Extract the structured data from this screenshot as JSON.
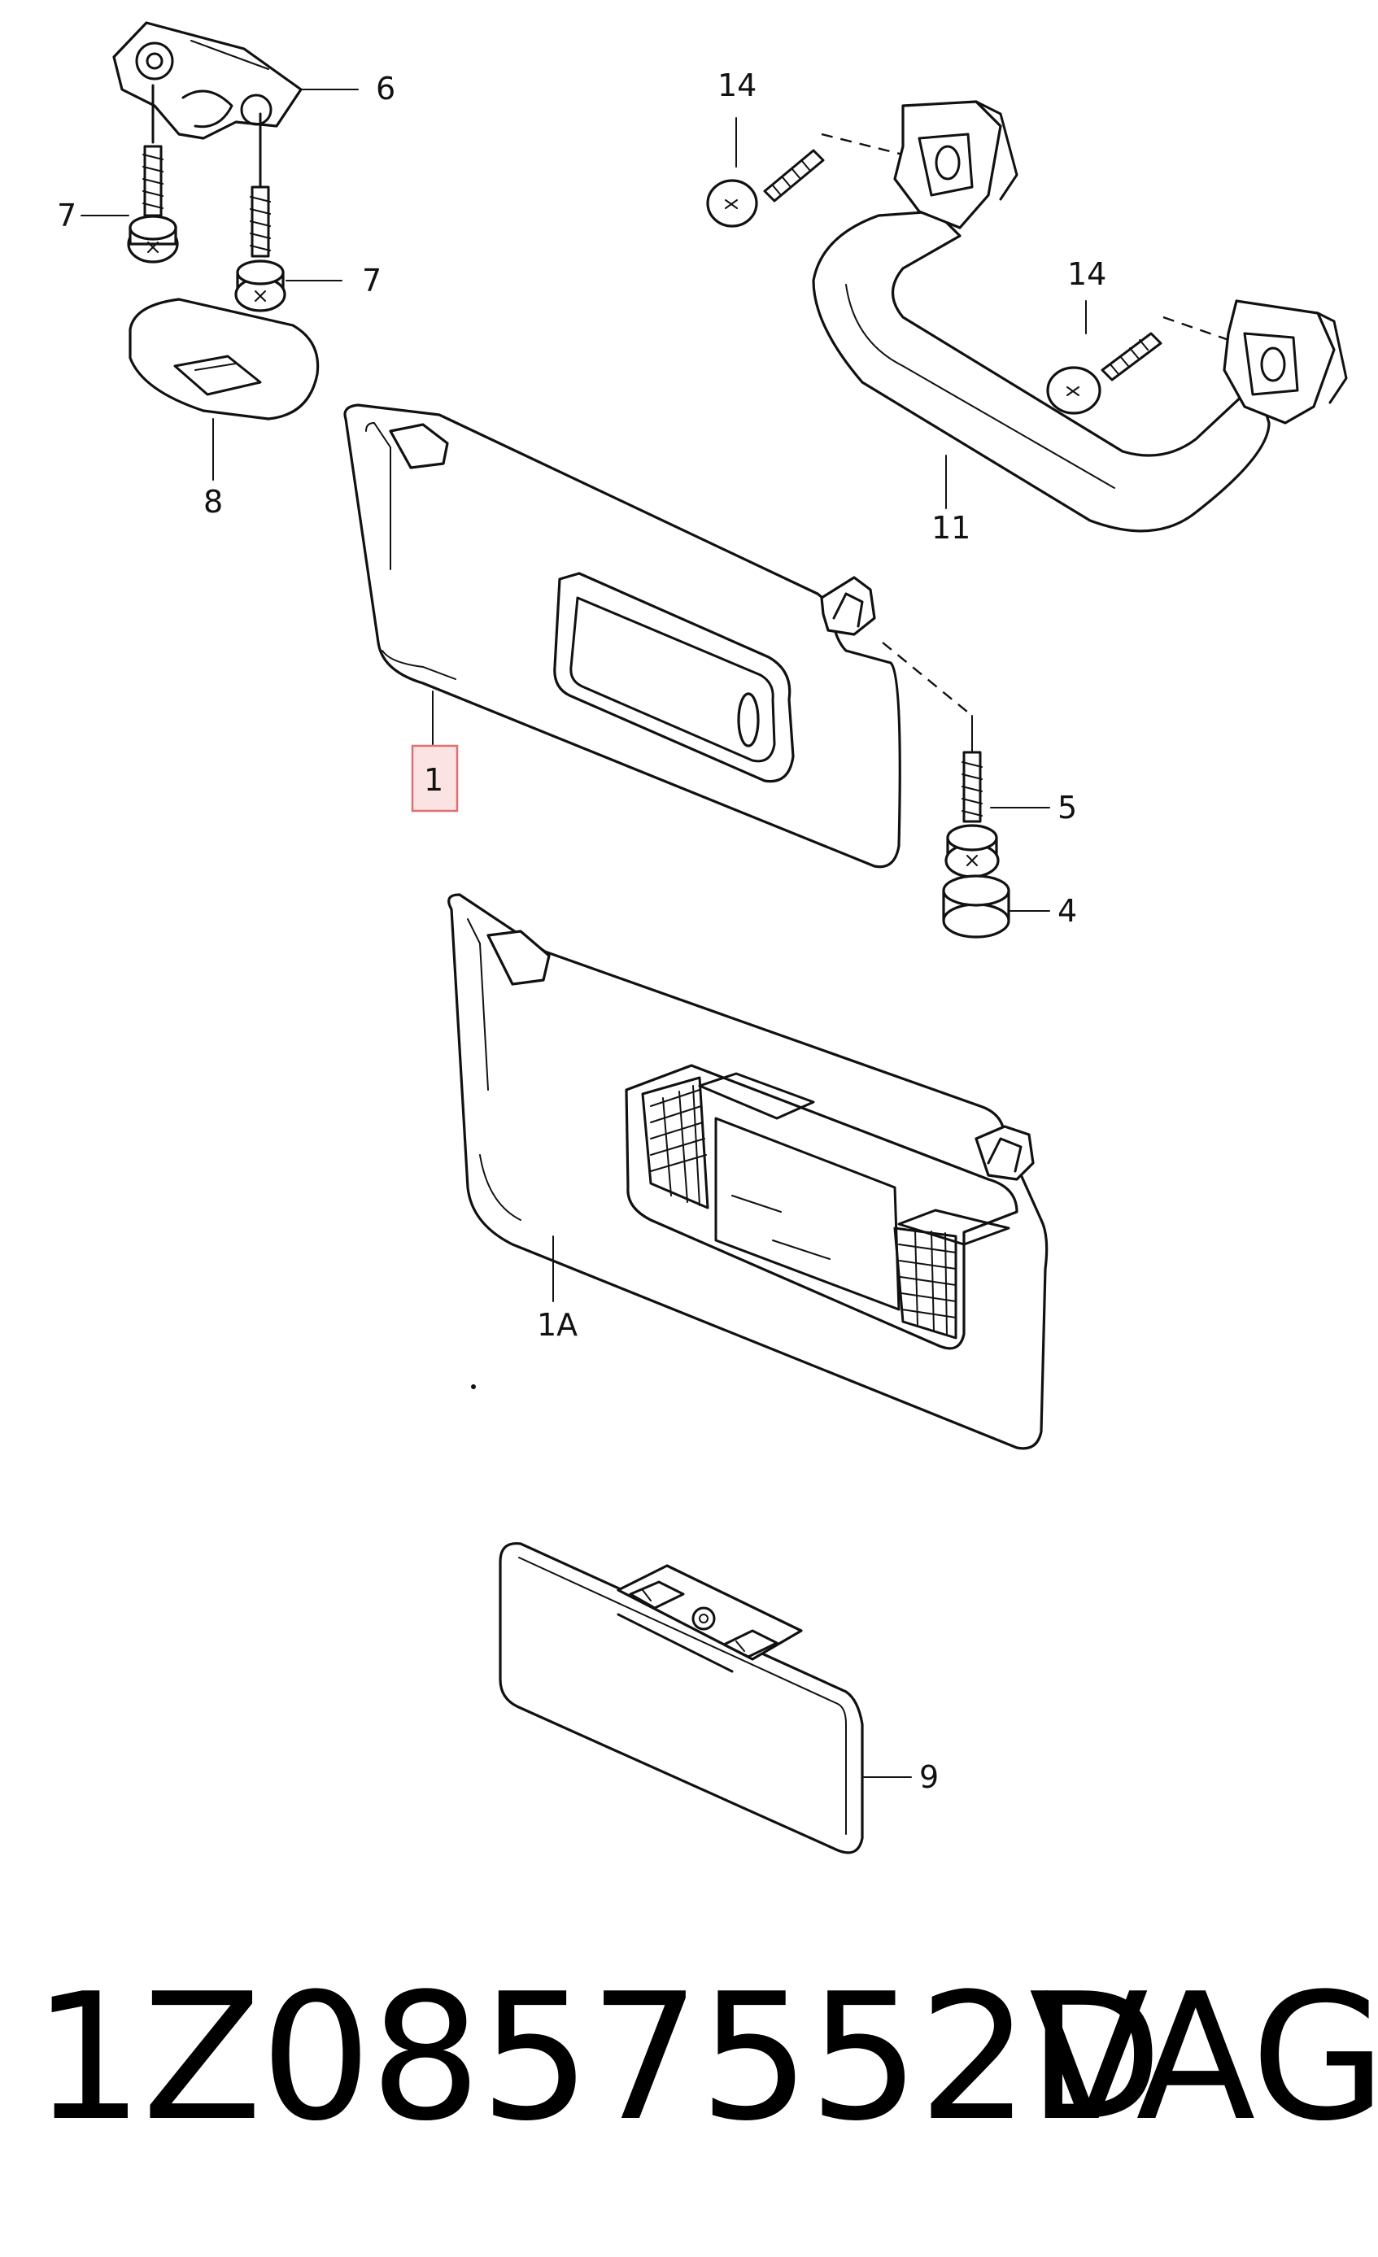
{
  "callouts": {
    "c1": "1",
    "c1a": "1A",
    "c4": "4",
    "c5": "5",
    "c6": "6",
    "c7a": "7",
    "c7b": "7",
    "c8": "8",
    "c9": "9",
    "c11": "11",
    "c14a": "14",
    "c14b": "14"
  },
  "footer": {
    "part_number": "1Z0857552D",
    "brand": "VAG"
  },
  "colors": {
    "line": "#111111",
    "highlight_box": "#e07070",
    "highlight_fill": "#fbe3e3"
  }
}
